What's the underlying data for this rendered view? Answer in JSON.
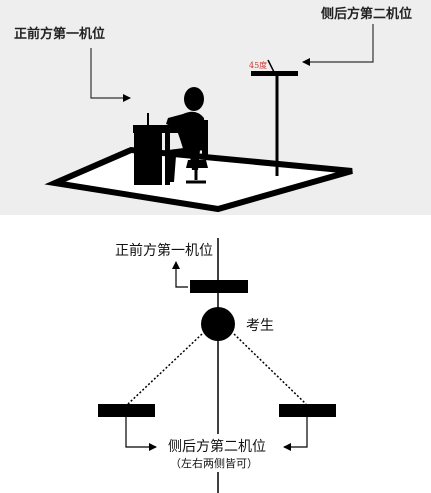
{
  "top_scene": {
    "front_camera_label": "正前方第一机位",
    "rear_camera_label": "侧后方第二机位",
    "angle_label": "45度"
  },
  "bottom_diagram": {
    "front_camera_label": "正前方第一机位",
    "candidate_label": "考生",
    "rear_camera_label": "侧后方第二机位",
    "rear_camera_note": "（左右两侧皆可）"
  },
  "colors": {
    "top_background": "#eeeeee",
    "figure_black": "#000000",
    "angle_text_red": "#d2332f"
  }
}
